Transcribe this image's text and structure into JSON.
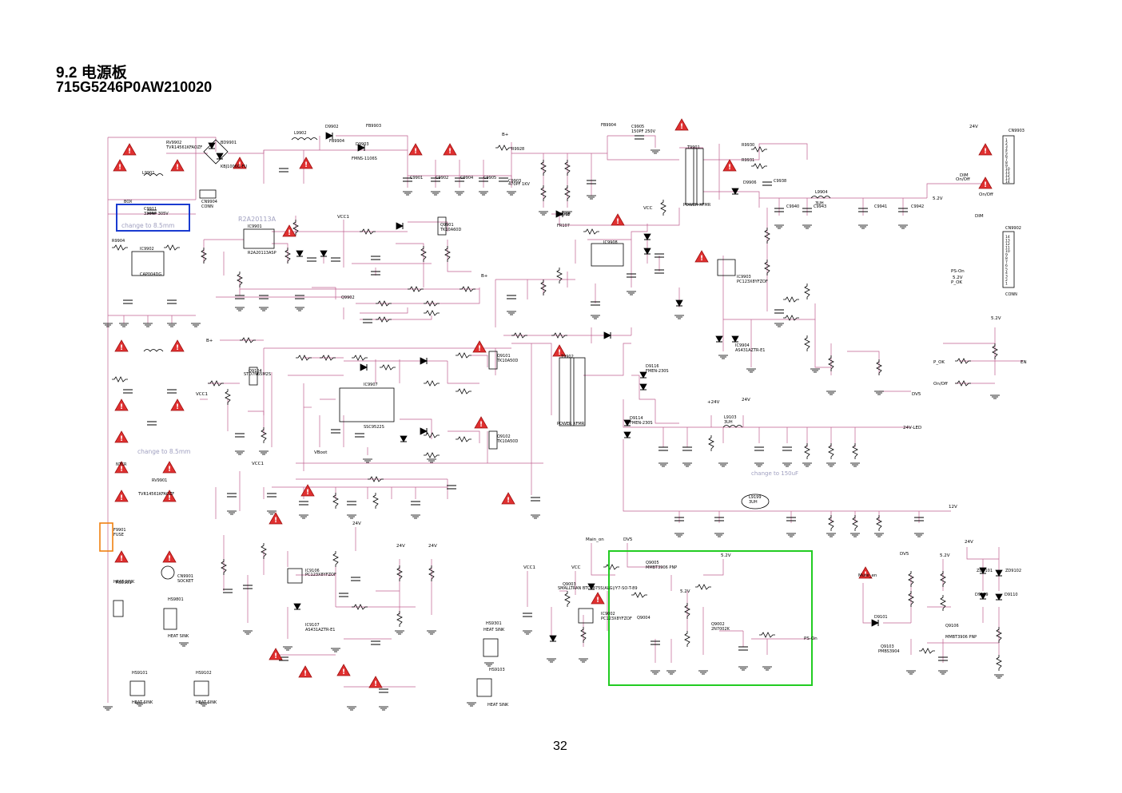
{
  "header": {
    "section": "9.2",
    "title": "电源板",
    "model": "715G5246P0AW210020"
  },
  "page_number": "32",
  "colors": {
    "wire": "#c06090",
    "component": "#000000",
    "text": "#000000",
    "note_blue_box": "#1a3bd0",
    "note_orange_box": "#f08010",
    "note_green_box": "#22cc22",
    "annotation_text": "#a0a0c0",
    "warning_fill": "#e03030"
  },
  "annotations": {
    "change1": "change to 8.5mm",
    "change2": "change to 8.5mm",
    "change3": "change to 150uF",
    "ic_tag": "R2A20113A"
  },
  "parts": {
    "rv9902": "RV9902",
    "rv9902_val": "TVR14561KFAOZF",
    "bd9901": "BD9901",
    "bd9901_val": "KBJ1006G-FU",
    "l9901": "L9901",
    "l9902": "L9902",
    "d9902": "D9902",
    "fb9903": "FB9903",
    "fb9904": "FB9904",
    "d9903": "D9903",
    "fmnsdiode": "FMNS-1106S",
    "c9901": "C9901",
    "c9902": "C9902",
    "c9904": "C9904",
    "c9905": "C9905",
    "c9903": "C9903",
    "c9903_val": "470PF 1KV",
    "r9928": "R9928",
    "fb9904b": "FB9904",
    "c9905b": "C9905",
    "c9905b_val": "150PF 250V",
    "t9901": "T9901",
    "power_xfmr": "POWER XFMR",
    "r9930": "R9930",
    "r9931": "R9931",
    "d9906": "D9906",
    "c9938": "C9938",
    "l9904": "L9904",
    "l9904_val": "3UH",
    "c9940": "C9940",
    "c9943": "C9943",
    "c9941": "C9941",
    "c9942": "C9942",
    "cn9903": "CN9903",
    "cn9902": "CN9902",
    "conn": "CONN",
    "ic9901": "IC9901",
    "ic9901_val": "R2A20113ASP",
    "ic9903": "IC9903",
    "ic9903_val": "PC123X8YFZOF",
    "ic9904": "IC9904",
    "ic9904_val": "AS431AZTR-E1",
    "q9901": "Q9901",
    "q9901_val": "TK10A60D",
    "q9902": "Q9902",
    "c9911": "C9911",
    "c9911_val": "330NF 305V",
    "r9904": "R9904",
    "ic9902": "IC9902",
    "cap_dg": "CAP004DG",
    "cn9904": "CN9904",
    "cn9904_label": "CONN",
    "box_label": "BOX",
    "fr107": "FR107",
    "d9905": "D9905",
    "ic9908": "IC9908",
    "ic9907": "IC9907",
    "ic9907_val": "SSC9522S",
    "t9902": "T9902",
    "power_xfmr2": "POWER XFMR",
    "d9116": "D9116",
    "d9116_val": "FMEN-230S",
    "d9114": "D9114",
    "d9114_val": "FMEN-230S",
    "l9103": "L9103",
    "l9103_val": "3UH",
    "l9199": "L9199",
    "l9199_val": "3UH",
    "q9101": "Q9101",
    "q9101_val": "TK10A50D",
    "q9102": "Q9102",
    "q9102_val": "TK10A50D",
    "q9104": "Q9104",
    "q9104_val": "STD7N65M2S",
    "ic9106": "IC9106",
    "ic9106_val": "PC123X8YFZOF",
    "ic9107": "IC9107",
    "ic9107_val": "AS431AZTR-E1",
    "hs9901": "HS9901",
    "heat_sink": "HEAT SINK",
    "cn9901": "CN9901",
    "socket": "SOCKET",
    "f9901": "F9901",
    "fuse": "FUSE",
    "ntcr": "NTCR",
    "rv9901": "RV9901",
    "rv9901_val": "TVR14561KFAOZF",
    "q9003": "Q9003",
    "q9003_val": "SMALLTRAN BTC3875S(ALG)/Y7-SO-T-89",
    "ic9002": "IC9002",
    "ic9002_val": "PC123X8YFZOF",
    "q9005": "Q9005",
    "q9005_val": "MMBT3906 PNP",
    "q9004": "Q9004",
    "q9002": "Q9002",
    "q9002_val": "2N7002K",
    "q9103": "Q9103",
    "q9103_val": "PMBS3904",
    "q9106": "Q9106",
    "q9106_val": "MMBT3906 PNP",
    "zd9101": "ZD9101",
    "zd9102": "ZD9102",
    "d9101": "D9101",
    "d9109": "D9109",
    "d9110": "D9110",
    "hs9101": "HS9101",
    "hs9102": "HS9102",
    "hs9301": "HS9301",
    "hs9103": "HS9103",
    "hs9801": "HS9801"
  },
  "nets": {
    "v5_2": "5.2V",
    "v24_led": "24V-LED",
    "v12": "12V",
    "v24": "24V",
    "vcc1": "VCC1",
    "vcc": "VCC",
    "b_plus": "B+",
    "dv5": "DV5",
    "ps_on": "PS-On",
    "p_ok": "P_OK",
    "en": "EN",
    "on_off": "On/Off",
    "dim": "DIM",
    "main_on": "Main_on",
    "mute_sel": "Mute_en",
    "vboot": "VBoot",
    "v24b": "+24V"
  },
  "connector_pins": {
    "cn9903": [
      "1",
      "2",
      "3",
      "4",
      "5",
      "6",
      "7",
      "8",
      "9",
      "10",
      "11",
      "12",
      "13",
      "14"
    ],
    "cn9902": [
      "14",
      "13",
      "12",
      "11",
      "10",
      "9",
      "8",
      "7",
      "6",
      "5",
      "4",
      "3",
      "2",
      "1"
    ]
  }
}
